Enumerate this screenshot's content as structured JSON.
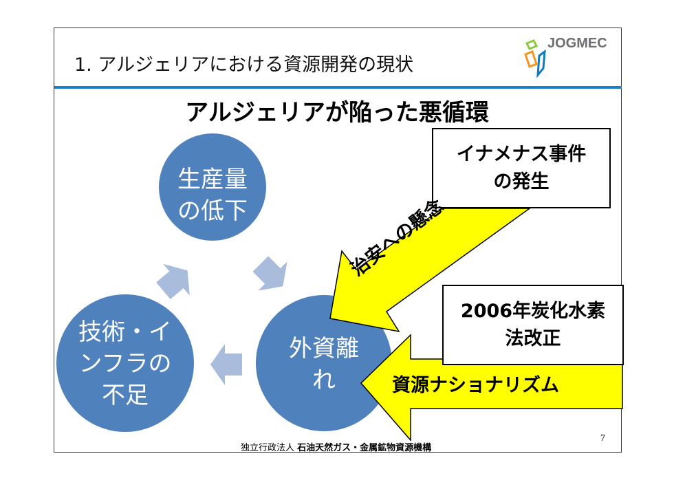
{
  "header": {
    "title": "1. アルジェリアにおける資源開発の現状",
    "logo": "JOGMEC"
  },
  "heading": "アルジェリアが陥った悪循環",
  "cycle": {
    "top": [
      "生産量",
      "の低下"
    ],
    "right": [
      "外資離",
      "れ"
    ],
    "left": [
      "技術・イ",
      "ンフラの",
      "不足"
    ]
  },
  "boxes": {
    "event": [
      "イナメナス事件",
      "の発生"
    ],
    "law": [
      "2006年炭化水素",
      "法改正"
    ]
  },
  "arrows": {
    "security": "治安への懸念",
    "nationalism": "資源ナショナリズム"
  },
  "footer": {
    "org_prefix": "独立行政法人",
    "org_name": "石油天然ガス・金属鉱物資源機構",
    "page": "7"
  },
  "colors": {
    "circle": "#4f81bd",
    "cycle_arrow": "#a9bcdb",
    "yellow": "#ffff00",
    "rule": "#1b7fc4"
  }
}
